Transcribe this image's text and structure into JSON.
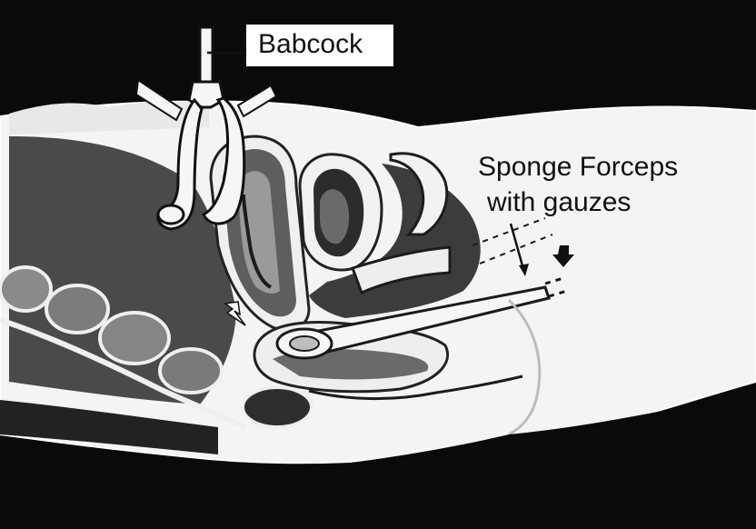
{
  "labels": {
    "babcock": "Babcock",
    "sponge_forceps_line1": "Sponge Forceps",
    "sponge_forceps_line2": "with gauzes"
  },
  "colors": {
    "background": "#0a0a0a",
    "body_outline": "#f4f4f4",
    "tissue_dark": "#3a3a3a",
    "tissue_mid": "#6d6d6d",
    "tissue_light": "#9a9a9a",
    "label_box": "#ffffff",
    "ink": "#111111"
  }
}
